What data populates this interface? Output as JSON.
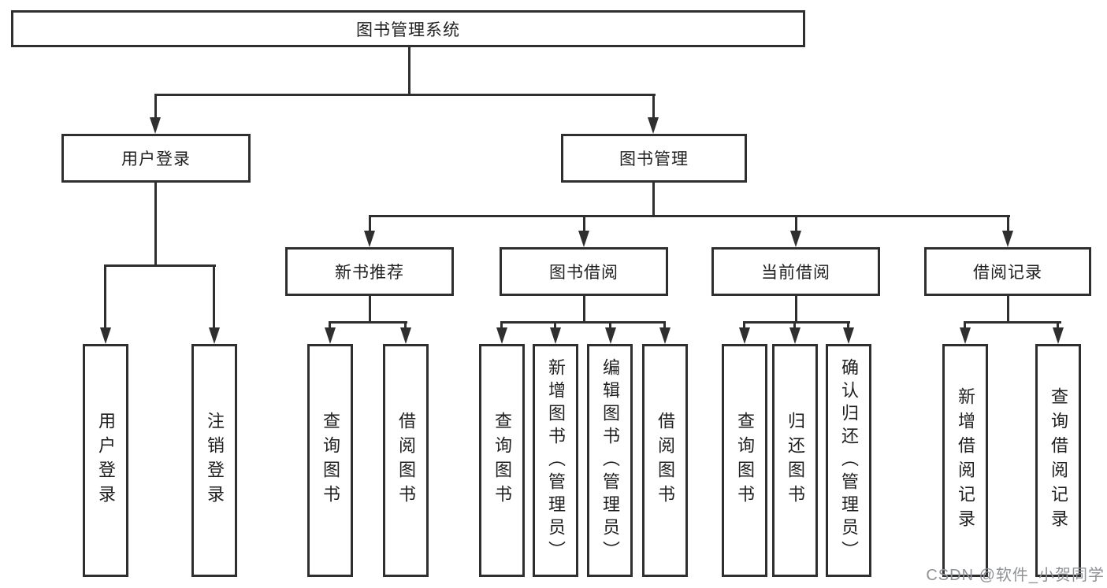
{
  "colors": {
    "line": "#2f2f2f",
    "text": "#1f1f1f",
    "watermark": "#8f9296",
    "background": "#ffffff"
  },
  "watermark": "CSDN @软件_小贺同学",
  "tree": {
    "root": "图书管理系统",
    "children": [
      {
        "label": "用户登录",
        "children": [
          "用户登录",
          "注销登录"
        ]
      },
      {
        "label": "图书管理",
        "children": [
          {
            "label": "新书推荐",
            "children": [
              "查询图书",
              "借阅图书"
            ]
          },
          {
            "label": "图书借阅",
            "children": [
              "查询图书",
              "新增图书（管理员）",
              "编辑图书（管理员）",
              "借阅图书"
            ]
          },
          {
            "label": "当前借阅",
            "children": [
              "查询图书",
              "归还图书",
              "确认归还（管理员）"
            ]
          },
          {
            "label": "借阅记录",
            "children": [
              "新增借阅记录",
              "查询借阅记录"
            ]
          }
        ]
      }
    ]
  }
}
